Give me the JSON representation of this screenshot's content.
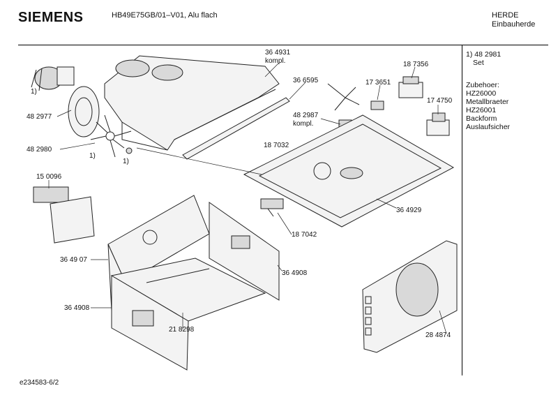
{
  "header": {
    "brand": "SIEMENS",
    "model": "HB49E75GB/01–V01, Alu flach",
    "category_line1": "HERDE",
    "category_line2": "Einbauherde"
  },
  "sidebar": {
    "note_line1": "1)  48 2981",
    "note_line2": "Set",
    "accessories_title": "Zubehoer:",
    "accessories": [
      "HZ26000",
      "Metallbraeter",
      "HZ26001",
      "Backform",
      "Auslaufsicher"
    ]
  },
  "parts": {
    "p364931": "36 4931",
    "kompl_a": "kompl.",
    "p366595": "36 6595",
    "p187356": "18 7356",
    "p173651": "17 3651",
    "p482987": "48 2987",
    "kompl_b": "kompl.",
    "p174750": "17 4750",
    "p482977": "48 2977",
    "p482980": "48 2980",
    "fn1_a": "1)",
    "fn1_b": "1)",
    "fn1_c": "1)",
    "p187032": "18 7032",
    "p150096": "15 0096",
    "p364929": "36 4929",
    "p187042": "18 7042",
    "p364907": "36 49 07",
    "p364908_a": "36 4908",
    "p364908_b": "36 4908",
    "p218298": "21 8298",
    "p284874": "28 4874"
  },
  "footer": {
    "doc_id": "e234583-6/2"
  }
}
